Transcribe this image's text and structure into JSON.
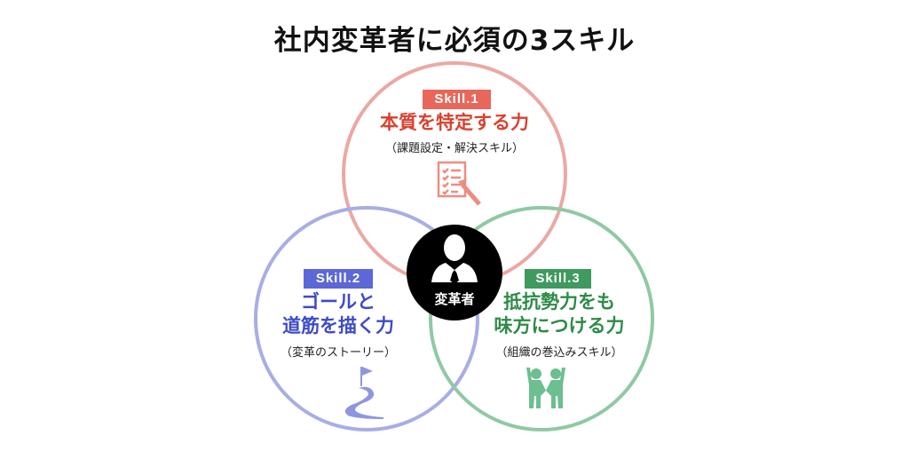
{
  "title": "社内変革者に必須の3スキル",
  "colors": {
    "skill1": "#E8675A",
    "skill1_ring": "#EBA8A3",
    "skill1_text": "#D9412F",
    "skill2": "#5B68D6",
    "skill2_ring": "#A8ADE6",
    "skill2_text": "#3D4BC7",
    "skill3": "#3E9A5E",
    "skill3_ring": "#8FC9A3",
    "skill3_text": "#2E8B47",
    "center": "#000000"
  },
  "center": {
    "label": "変革者",
    "icon": "businessman-icon"
  },
  "skills": [
    {
      "badge": "Skill.1",
      "heading_lines": [
        "本質を特定する力"
      ],
      "subtitle": "（課題設定・解決スキル）",
      "icon": "checklist-pen-icon"
    },
    {
      "badge": "Skill.2",
      "heading_lines": [
        "ゴールと",
        "道筋を描く力"
      ],
      "subtitle": "（変革のストーリー）",
      "icon": "flag-path-icon"
    },
    {
      "badge": "Skill.3",
      "heading_lines": [
        "抵抗勢力をも",
        "味方につける力"
      ],
      "subtitle": "（組織の巻込みスキル）",
      "icon": "two-people-icon"
    }
  ]
}
